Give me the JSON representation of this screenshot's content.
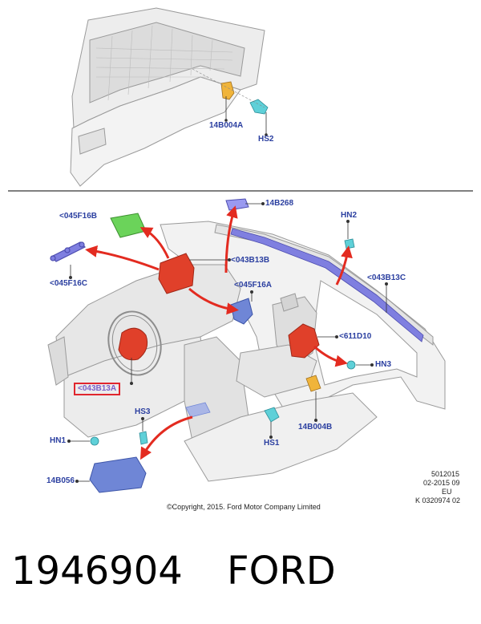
{
  "labels": {
    "top_14b004a": "14B004A",
    "top_hs2": "HS2",
    "l_045f16b": "<045F16B",
    "l_14b268": "14B268",
    "l_hn2": "HN2",
    "l_043b13b": "<043B13B",
    "l_043b13c": "<043B13C",
    "l_045f16c": "<045F16C",
    "l_045f16a": "<045F16A",
    "l_611d10": "<611D10",
    "l_hn3": "HN3",
    "l_043b13a": "<043B13A",
    "l_hs3": "HS3",
    "l_14b004b": "14B004B",
    "l_hs1": "HS1",
    "l_hn1": "HN1",
    "l_14b056": "14B056"
  },
  "notes": {
    "line1": "5012015",
    "line2": "02-2015 09",
    "line3": "EU",
    "line4": "K 0320974 02",
    "copyright": "©Copyright, 2015. Ford Motor Company Limited"
  },
  "footer": {
    "number": "1946904",
    "brand": "FORD"
  },
  "colors": {
    "outline": "#9a9a9a",
    "body_fill": "#ececec",
    "airbag_red": "#e0402a",
    "arrow_red": "#e32b20",
    "label_blue": "#2b3fa0",
    "clip_cyan": "#5fd0d8",
    "bracket_yellow": "#f0b43a",
    "module_blue": "#6f86d6",
    "curtain_purple": "#7f7fe0",
    "cover_green": "#6bd35a"
  }
}
